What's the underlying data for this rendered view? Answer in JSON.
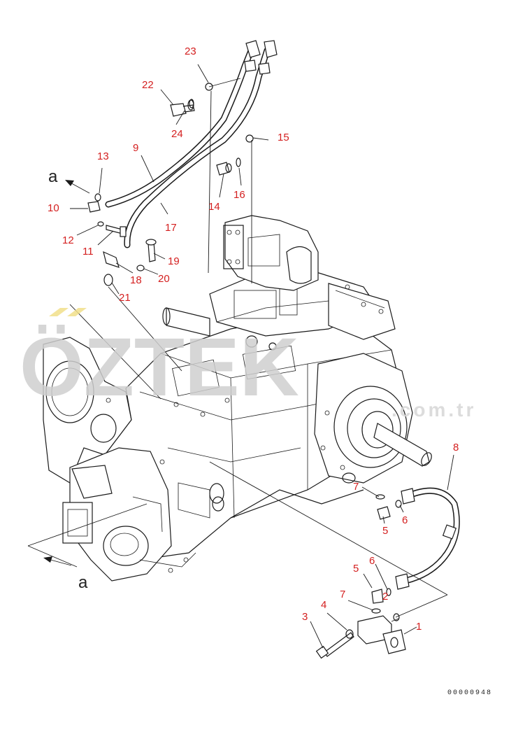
{
  "diagram": {
    "callouts": [
      {
        "id": "c23",
        "text": "23"
      },
      {
        "id": "c22",
        "text": "22"
      },
      {
        "id": "c24",
        "text": "24"
      },
      {
        "id": "c15",
        "text": "15"
      },
      {
        "id": "c13",
        "text": "13"
      },
      {
        "id": "c9",
        "text": "9"
      },
      {
        "id": "c14",
        "text": "14"
      },
      {
        "id": "c16",
        "text": "16"
      },
      {
        "id": "c10",
        "text": "10"
      },
      {
        "id": "c17",
        "text": "17"
      },
      {
        "id": "c12",
        "text": "12"
      },
      {
        "id": "c11",
        "text": "11"
      },
      {
        "id": "c19",
        "text": "19"
      },
      {
        "id": "c18",
        "text": "18"
      },
      {
        "id": "c20",
        "text": "20"
      },
      {
        "id": "c21",
        "text": "21"
      },
      {
        "id": "c8",
        "text": "8"
      },
      {
        "id": "c7a",
        "text": "7"
      },
      {
        "id": "c6a",
        "text": "6"
      },
      {
        "id": "c5a",
        "text": "5"
      },
      {
        "id": "c5b",
        "text": "5"
      },
      {
        "id": "c6b",
        "text": "6"
      },
      {
        "id": "c2",
        "text": "2"
      },
      {
        "id": "c7b",
        "text": "7"
      },
      {
        "id": "c4",
        "text": "4"
      },
      {
        "id": "c3",
        "text": "3"
      },
      {
        "id": "c1",
        "text": "1"
      }
    ],
    "view_marker_top": "a",
    "view_marker_bottom": "a",
    "drawing_number": "00000948"
  },
  "watermark": {
    "brand": "ÖZTEK",
    "url": ".com.tr",
    "color": "#cfcfcf"
  },
  "colors": {
    "callout": "#d42020",
    "line": "#1a1a1a"
  }
}
